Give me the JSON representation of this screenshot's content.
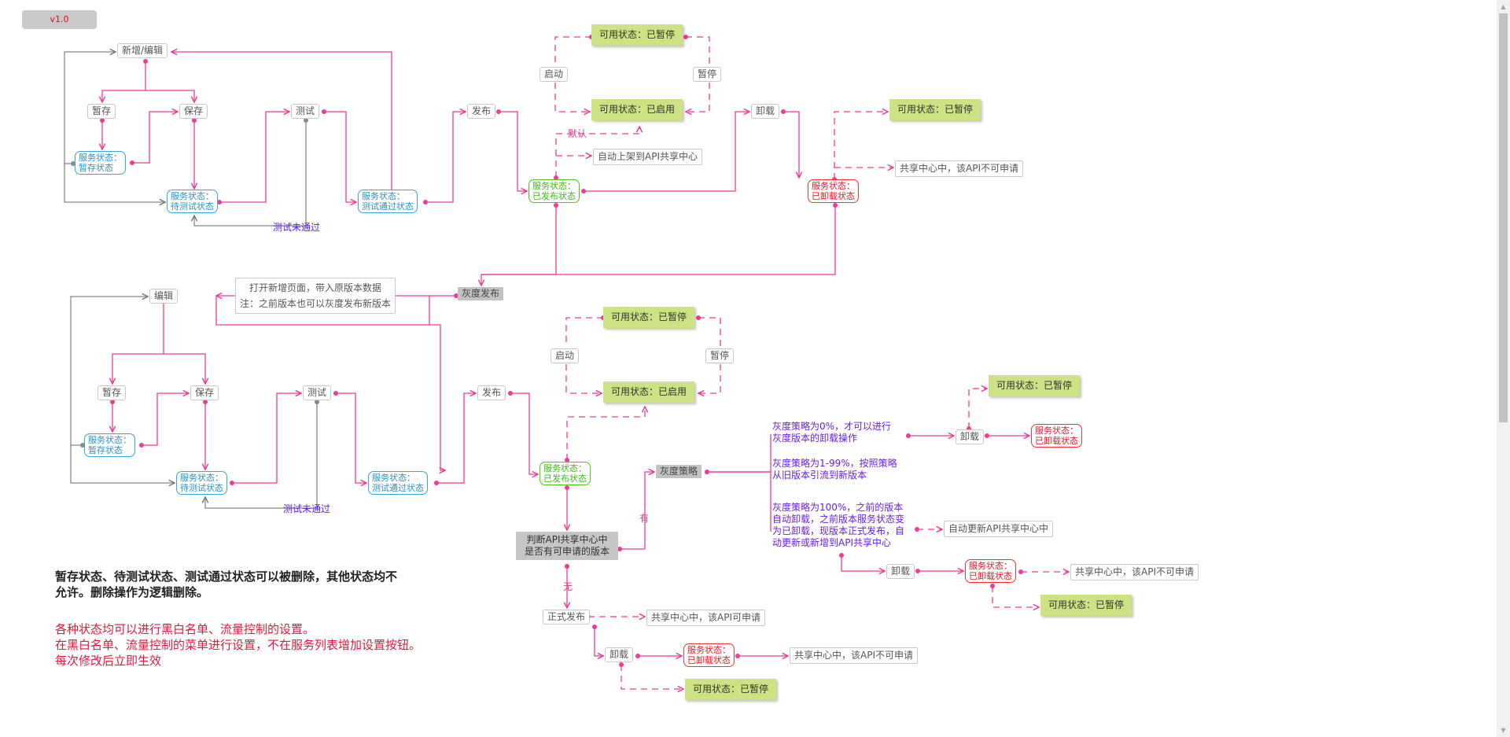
{
  "version": "v1.0",
  "nodes": {
    "create_edit": "新增/编辑",
    "tmp_save_1": "暂存",
    "save_1": "保存",
    "svc_draft_1": "服务状态：\n暂存状态",
    "svc_pending_1": "服务状态：\n待测试状态",
    "test_1": "测试",
    "test_failed_1": "测试未通过",
    "svc_passed_1": "服务状态：\n测试通过状态",
    "publish_1": "发布",
    "start_1": "启动",
    "pause_1": "暂停",
    "avail_paused_1": "可用状态：已暂停",
    "avail_enabled_1": "可用状态：已启用",
    "default_1": "默认",
    "auto_list_1": "自动上架到API共享中心",
    "svc_published_1": "服务状态：\n已发布状态",
    "unload_1": "卸载",
    "avail_paused_2": "可用状态：已暂停",
    "svc_unloaded_1": "服务状态：\n已卸载状态",
    "share_not_applicable_1": "共享中心中，该API不可申请",
    "gray_release": "灰度发布",
    "gray_note": "打开新增页面，带入原版本数据\n注：之前版本也可以灰度发布新版本",
    "edit_2": "编辑",
    "tmp_save_2": "暂存",
    "save_2": "保存",
    "svc_draft_2": "服务状态：\n暂存状态",
    "svc_pending_2": "服务状态：\n待测试状态",
    "test_2": "测试",
    "test_failed_2": "测试未通过",
    "svc_passed_2": "服务状态：\n测试通过状态",
    "publish_2": "发布",
    "start_2": "启动",
    "pause_2": "暂停",
    "avail_paused_3": "可用状态：已暂停",
    "avail_enabled_2": "可用状态：已启用",
    "svc_published_2": "服务状态：\n已发布状态",
    "gray_strategy": "灰度策略",
    "strategy_0": "灰度策略为0%，才可以进行灰度版本的卸载操作",
    "strategy_1_99": "灰度策略为1-99%，按照策略从旧版本引流到新版本",
    "strategy_100": "灰度策略为100%，之前的版本自动卸载，之前版本服务状态变为已卸载，现版本正式发布，自动更新或新增到API共享中心",
    "unload_2": "卸载",
    "avail_paused_4": "可用状态：已暂停",
    "svc_unloaded_2": "服务状态：\n已卸载状态",
    "auto_update_share": "自动更新API共享中心中",
    "unload_3": "卸载",
    "svc_unloaded_3": "服务状态：\n已卸载状态",
    "share_not_applicable_2": "共享中心中，该API不可申请",
    "avail_paused_5": "可用状态：已暂停",
    "judge": "判断API共享中心中\n是否有可申请的版本",
    "yes": "有",
    "no": "无",
    "formal_release": "正式发布",
    "share_applicable": "共享中心中，该API可申请",
    "unload_4": "卸载",
    "svc_unloaded_4": "服务状态：\n已卸载状态",
    "share_not_applicable_3": "共享中心中，该API不可申请",
    "avail_paused_6": "可用状态：已暂停"
  },
  "rules": {
    "delete_rule": "暂存状态、待测试状态、测试通过状态可以被删除，其他状态均不允许。删除操作为逻辑删除。",
    "settings_rule_1": "各种状态均可以进行黑白名单、流量控制的设置。",
    "settings_rule_2": "在黑白名单、流量控制的菜单进行设置，不在服务列表增加设置按钮。",
    "settings_rule_3": "每次修改后立即生效"
  },
  "colors": {
    "pink_line": "#ef3a96",
    "gray_line": "#888888",
    "dark_line": "#707070"
  }
}
